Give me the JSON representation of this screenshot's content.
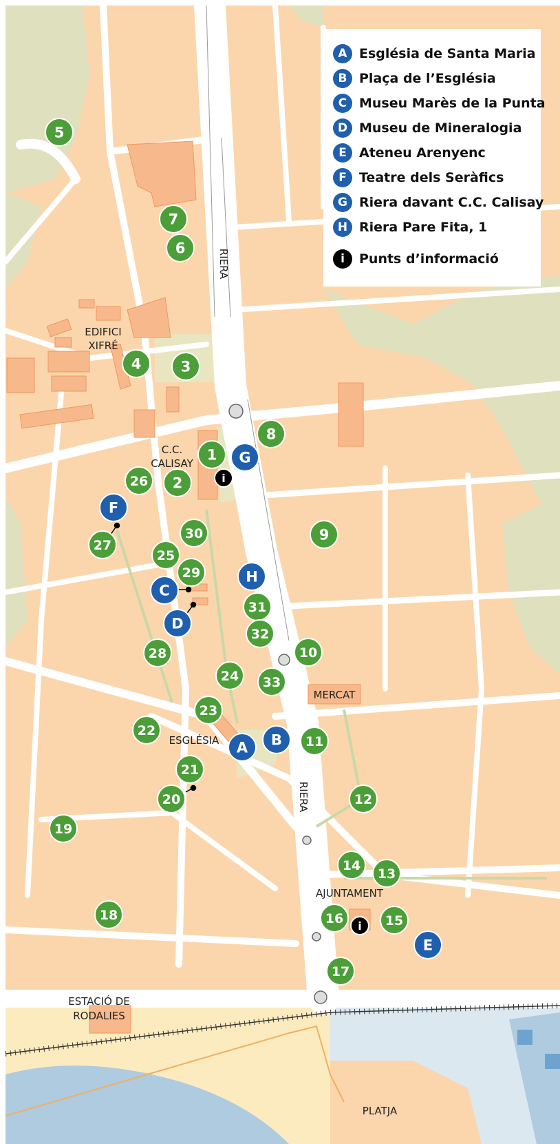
{
  "colors": {
    "land": "#fbd6ac",
    "road": "#ffffff",
    "park": "#e8e6c0",
    "hill": "#dfe0bd",
    "building": "#f7b98b",
    "sea": "#aecbe0",
    "beach": "#fcebbe",
    "green_marker": "#4b9e38",
    "blue_marker": "#1f5fad",
    "info_marker": "#000000"
  },
  "legend": [
    {
      "letter": "A",
      "name": "Església de Santa Maria"
    },
    {
      "letter": "B",
      "name": "Plaça de l’Església"
    },
    {
      "letter": "C",
      "name": "Museu Marès de la Punta"
    },
    {
      "letter": "D",
      "name": "Museu de Mineralogia"
    },
    {
      "letter": "E",
      "name": "Ateneu Arenyenc"
    },
    {
      "letter": "F",
      "name": "Teatre dels Seràfics"
    },
    {
      "letter": "G",
      "name": "Riera davant C.C. Calisay"
    },
    {
      "letter": "H",
      "name": "Riera Pare Fita, 1"
    }
  ],
  "legend_info": {
    "icon": "info-icon",
    "glyph": "i",
    "name": "Punts d’informació"
  },
  "labels": {
    "xifre_1": "EDIFICI",
    "xifre_2": "XIFRÉ",
    "calisay_1": "C.C.",
    "calisay_2": "CALISAY",
    "riera_north": "RIERA",
    "riera_south": "RIERA",
    "mercat": "MERCAT",
    "esglesia": "ESGLÉSIA",
    "ajuntament": "AJUNTAMENT",
    "estacio_1": "ESTACIÓ DE",
    "estacio_2": "RODALIES",
    "platja": "PLATJA"
  },
  "green_markers": [
    "1",
    "2",
    "3",
    "4",
    "5",
    "6",
    "7",
    "8",
    "9",
    "10",
    "11",
    "12",
    "13",
    "14",
    "15",
    "16",
    "17",
    "18",
    "19",
    "20",
    "21",
    "22",
    "23",
    "24",
    "25",
    "26",
    "27",
    "28",
    "29",
    "30",
    "31",
    "32",
    "33"
  ],
  "blue_markers": [
    "A",
    "B",
    "C",
    "D",
    "E",
    "F",
    "G",
    "H"
  ],
  "info_glyph": "i"
}
